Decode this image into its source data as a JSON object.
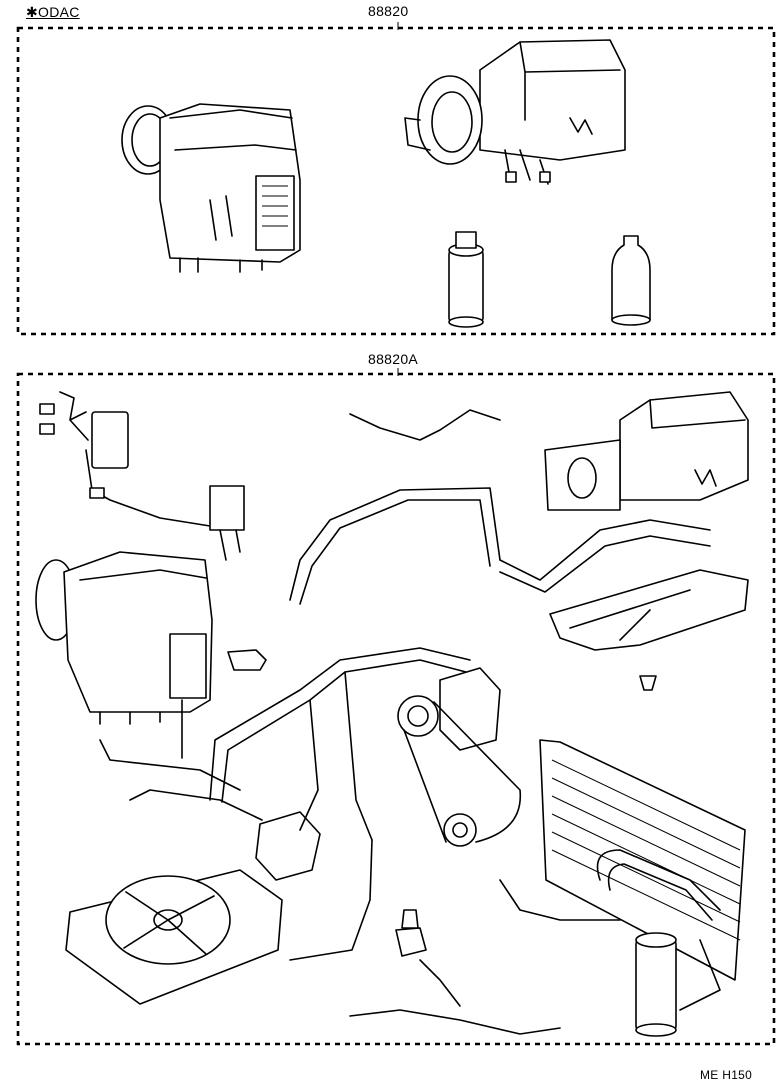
{
  "labels": {
    "odac": "ODAC",
    "top_part_number": "88820",
    "bottom_part_number": "88820A",
    "figure_code": "ME  H150"
  },
  "icons": {
    "asterisk": "asterisk-icon"
  }
}
